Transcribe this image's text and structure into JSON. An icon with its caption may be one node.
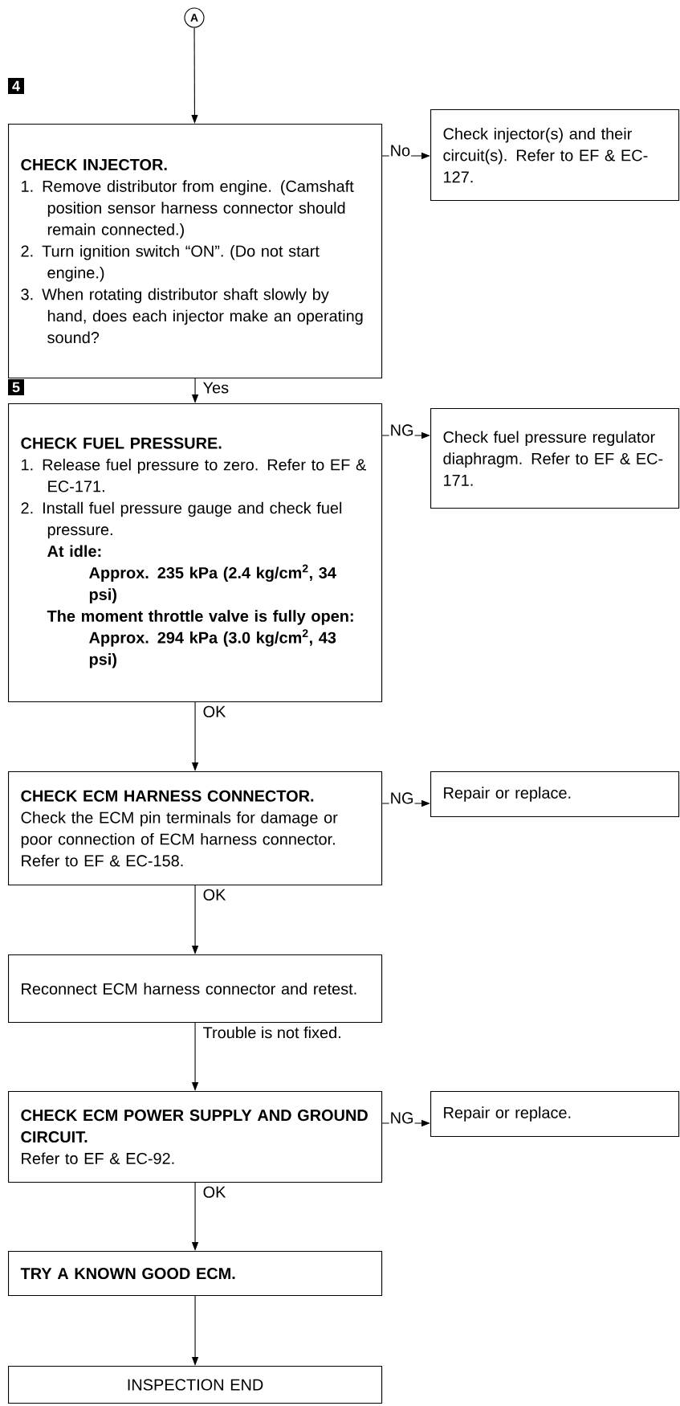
{
  "diagram": {
    "nodes": [
      {
        "text": [
          "A"
        ]
      },
      {
        "text": [
          "CHECK INJECTOR.",
          "1. Remove distributor from engine. (Camshaft position sensor harness connector should remain connected.)",
          "2. Turn ignition switch “ON”. (Do not start engine.)",
          "3. When rotating distributor shaft slowly by hand, does each injector make an operating sound?"
        ]
      },
      {
        "text": [
          "Check injector(s) and their circuit(s). Refer to EF & EC-127."
        ]
      },
      {
        "text": [
          "CHECK FUEL PRESSURE.",
          "1. Release fuel pressure to zero. Refer to EF & EC-171.",
          "2. Install fuel pressure gauge and check fuel pressure.",
          "At idle:",
          "Approx. 235 kPa (2.4 kg/cm$^{2}$, 34 psi)",
          "The moment throttle valve is fully open:",
          "Approx. 294 kPa (3.0 kg/cm$^{2}$, 43 psi)"
        ]
      },
      {
        "text": [
          "Check fuel pressure regulator diaphragm. Refer to EF & EC-171."
        ]
      },
      {
        "text": [
          "CHECK ECM HARNESS CONNECTOR.",
          "Check the ECM pin terminals for damage or poor connection of ECM harness connector. Refer to EF & EC-158."
        ]
      },
      {
        "text": [
          "Repair or replace."
        ]
      },
      {
        "text": [
          "Reconnect ECM harness connector and retest."
        ]
      },
      {
        "text": [
          "CHECK ECM POWER SUPPLY AND GROUND CIRCUIT.",
          "Refer to EF & EC-92."
        ]
      },
      {
        "text": [
          "Repair or replace."
        ]
      },
      {
        "text": [
          "TRY A KNOWN GOOD ECM."
        ]
      },
      {
        "text": [
          "INSPECTION END"
        ]
      }
    ],
    "edges": [
      {
        "from": 0,
        "to": 1,
        "arrow": "to"
      },
      {
        "from": 1,
        "to": 2,
        "arrow": "to",
        "label": "No"
      },
      {
        "from": 1,
        "to": 3,
        "arrow": "to",
        "label": "Yes"
      },
      {
        "from": 3,
        "to": 4,
        "arrow": "to",
        "label": "NG"
      },
      {
        "from": 3,
        "to": 5,
        "arrow": "to",
        "label": "OK"
      },
      {
        "from": 5,
        "to": 6,
        "arrow": "to",
        "label": "NG"
      },
      {
        "from": 5,
        "to": 7,
        "arrow": "to",
        "label": "OK"
      },
      {
        "from": 7,
        "to": 8,
        "arrow": "to",
        "label": "Trouble is not fixed."
      },
      {
        "from": 8,
        "to": 9,
        "arrow": "to",
        "label": "NG"
      },
      {
        "from": 8,
        "to": 10,
        "arrow": "to",
        "label": "OK"
      },
      {
        "from": 10,
        "to": 11,
        "arrow": "to"
      }
    ],
    "labels": [
      "4",
      "5"
    ]
  }
}
